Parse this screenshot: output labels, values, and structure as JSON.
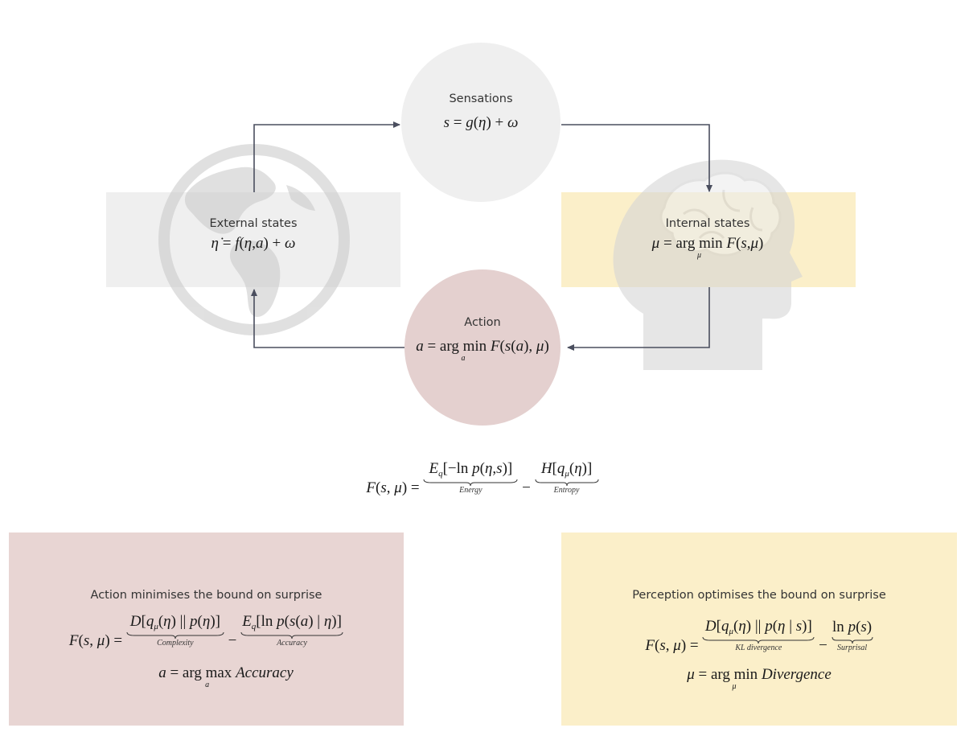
{
  "sensations": {
    "label": "Sensations"
  },
  "external": {
    "label": "External states"
  },
  "internal": {
    "label": "Internal states"
  },
  "action": {
    "label": "Action"
  },
  "free_energy": {
    "energy_caption": "Energy",
    "entropy_caption": "Entropy"
  },
  "action_box": {
    "title": "Action minimises the bound on surprise",
    "complexity_caption": "Complexity",
    "accuracy_caption": "Accuracy",
    "rule_word": "Accuracy"
  },
  "perception_box": {
    "title": "Perception optimises the bound on surprise",
    "kl_caption": "KL divergence",
    "surprisal_caption": "Surprisal",
    "rule_word": "Divergence"
  },
  "colors": {
    "grey_panel": "#efefef",
    "yellow_panel": "#fbefc9",
    "rose_panel": "#e8d5d3",
    "sensation_circle": "#efefef",
    "action_circle": "#e4d0cf",
    "arrow": "#4a4e5e",
    "icon_grey": "#d9d9d9"
  },
  "icons": {
    "external": "globe-icon",
    "internal": "head-brain-icon"
  }
}
